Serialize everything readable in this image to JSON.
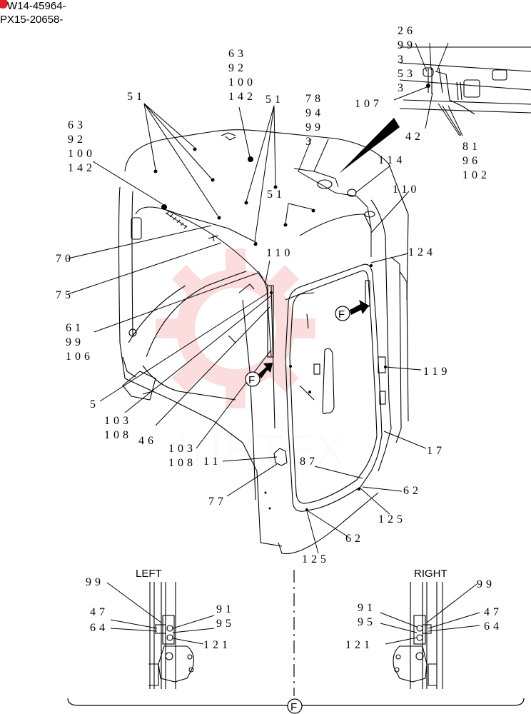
{
  "header": {
    "line1": "W14-45964-",
    "line2": "PX15-20658-",
    "badge_color": "#e0202a"
  },
  "watermark": {
    "text": "VIHTEX",
    "color": "#e8303a"
  },
  "callouts": [
    [
      "63",
      "92",
      "100",
      "142"
    ],
    [
      "51"
    ],
    [
      "51"
    ],
    [
      "78",
      "94",
      "99",
      "3"
    ],
    [
      "107"
    ],
    [
      "26",
      "99",
      "3",
      "53",
      "3"
    ],
    [
      "42"
    ],
    [
      "81",
      "96",
      "102"
    ],
    [
      "63",
      "92",
      "100",
      "142"
    ],
    [
      "114"
    ],
    [
      "51"
    ],
    [
      "110"
    ],
    [
      "70"
    ],
    [
      "110"
    ],
    [
      "124"
    ],
    [
      "75"
    ],
    [
      "61",
      "99",
      "106"
    ],
    [
      "5"
    ],
    [
      "103",
      "108"
    ],
    [
      "46"
    ],
    [
      "119"
    ],
    [
      "103",
      "108"
    ],
    [
      "11"
    ],
    [
      "87"
    ],
    [
      "17"
    ],
    [
      "77"
    ],
    [
      "62"
    ],
    [
      "125"
    ],
    [
      "62"
    ],
    [
      "125"
    ]
  ],
  "view_markers": {
    "main_a": "F",
    "main_b": "F",
    "bottom": "F"
  },
  "detail_left": {
    "title": "LEFT",
    "labels": [
      "99",
      "47",
      "64",
      "91",
      "95",
      "121"
    ]
  },
  "detail_right": {
    "title": "RIGHT",
    "labels": [
      "99",
      "91",
      "95",
      "47",
      "64",
      "121"
    ]
  }
}
